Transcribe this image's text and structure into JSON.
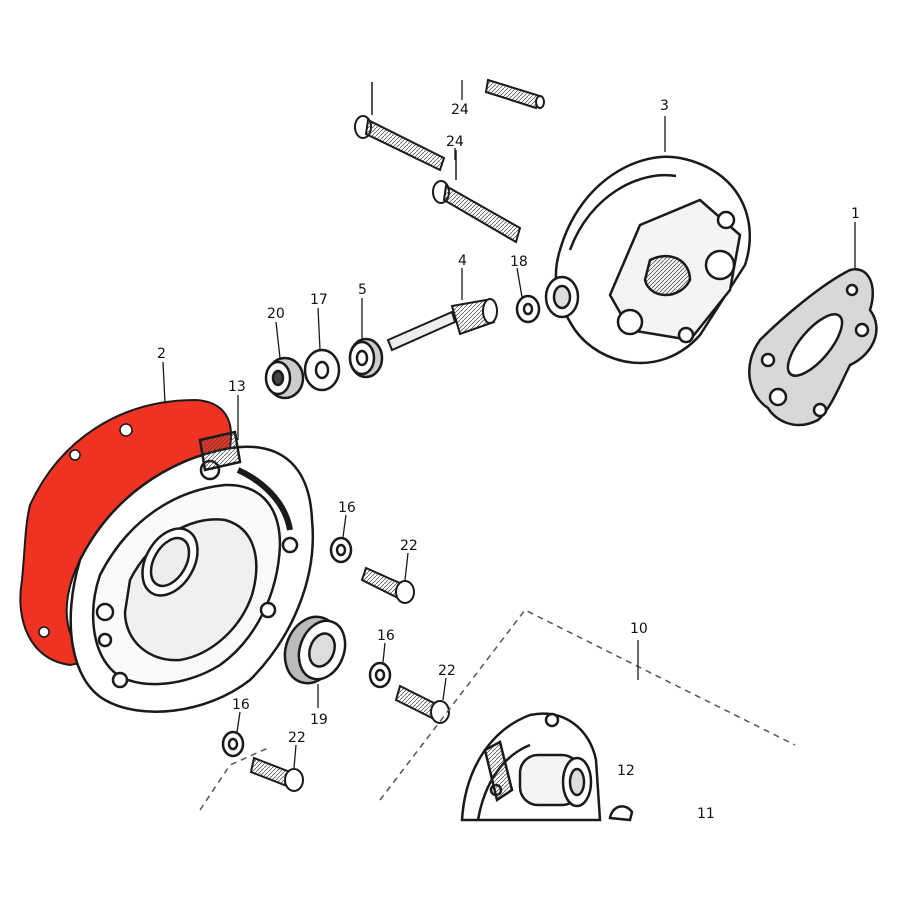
{
  "callouts": {
    "c1": "1",
    "c2": "2",
    "c3": "3",
    "c4": "4",
    "c5": "5",
    "c10": "10",
    "c11": "11",
    "c12": "12",
    "c13": "13",
    "c16a": "16",
    "c16b": "16",
    "c16c": "16",
    "c17": "17",
    "c18": "18",
    "c19": "19",
    "c20": "20",
    "c22a": "22",
    "c22b": "22",
    "c22c": "22",
    "c24a": "24",
    "c24b": "24"
  },
  "colors": {
    "highlight": "#ee3322",
    "line": "#1a1a1a",
    "shade": "#777777"
  }
}
